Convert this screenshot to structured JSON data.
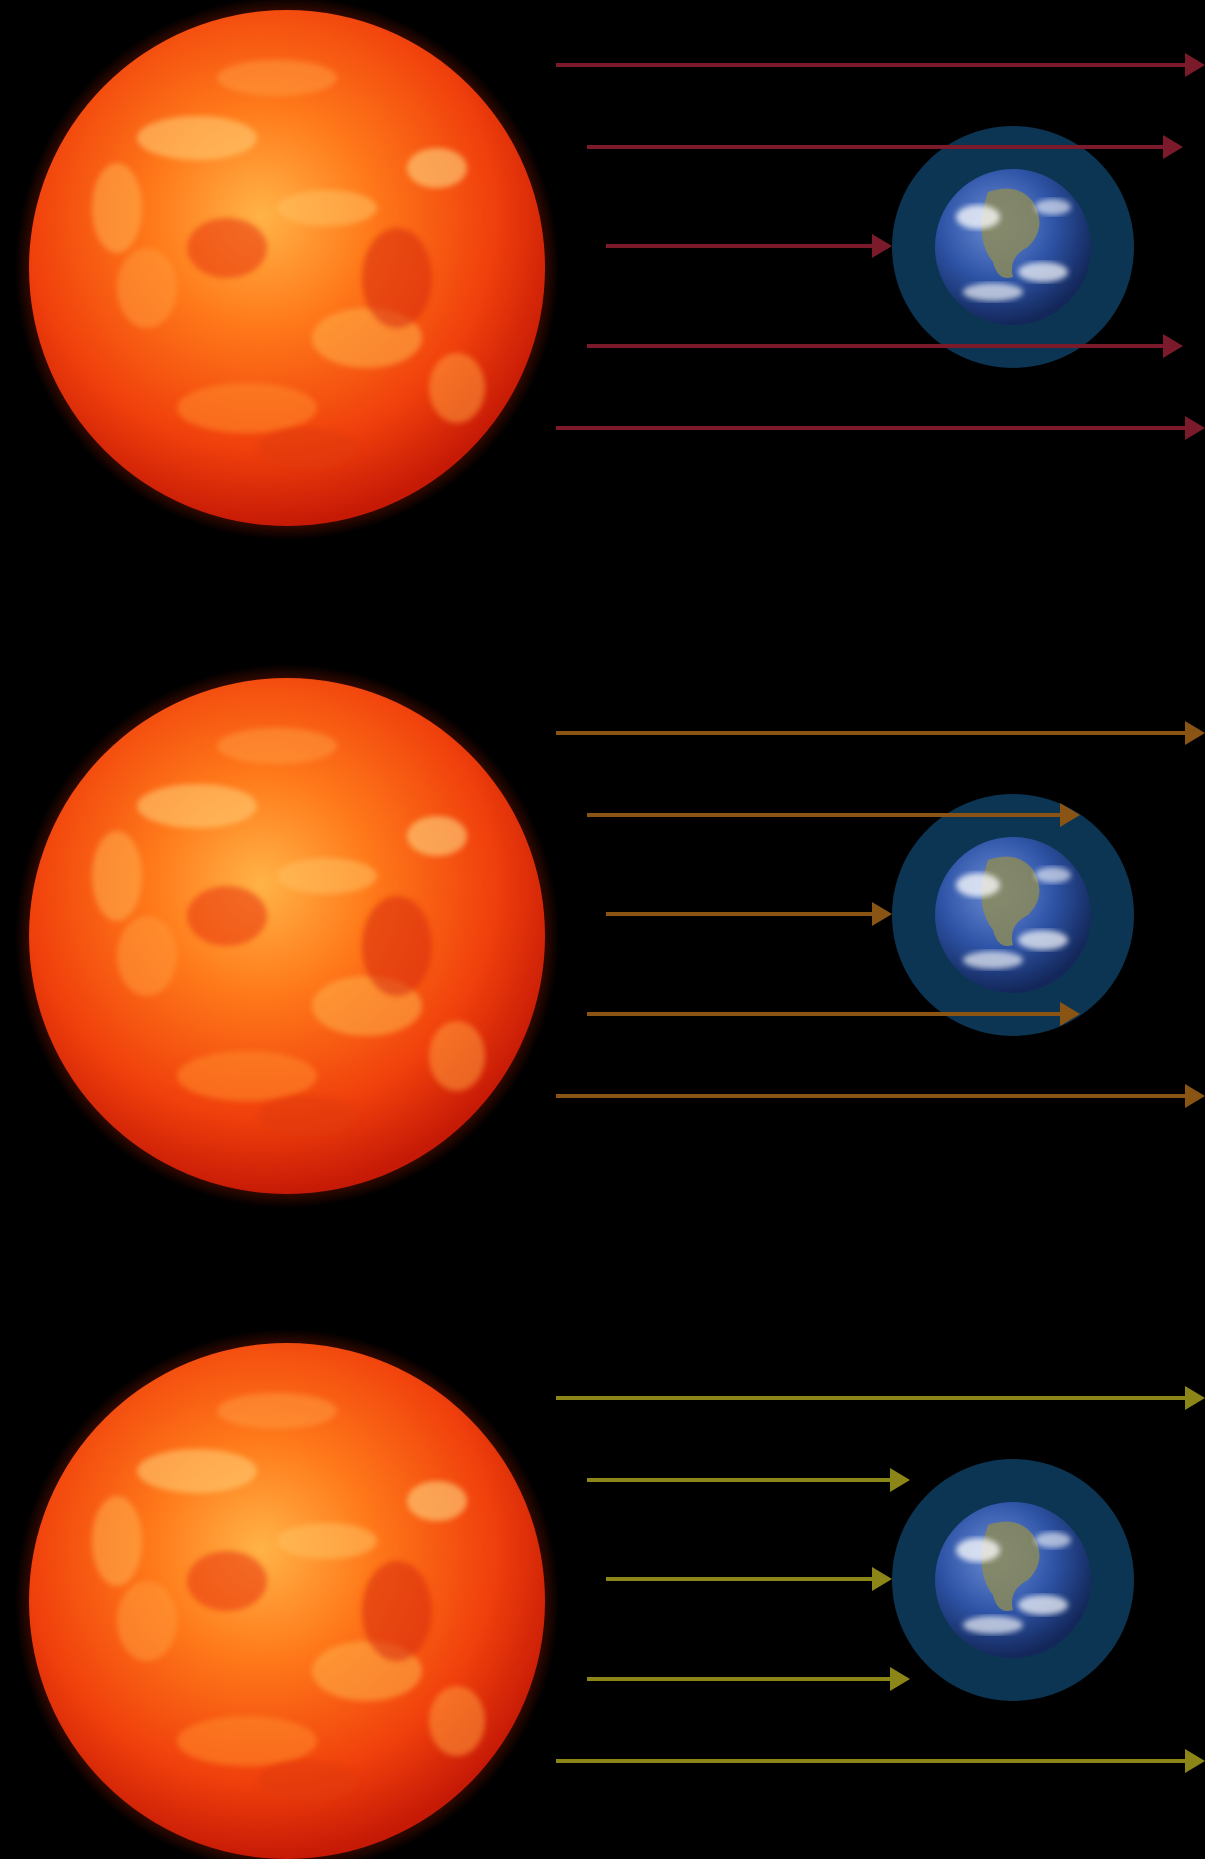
{
  "panels": [
    {
      "arrow_color": "#7a1a2a",
      "arrows": [
        {
          "outcome": "passes"
        },
        {
          "outcome": "passes"
        },
        {
          "outcome": "stops-at-atmosphere"
        },
        {
          "outcome": "passes"
        },
        {
          "outcome": "passes"
        }
      ]
    },
    {
      "arrow_color": "#8a5514",
      "arrows": [
        {
          "outcome": "passes"
        },
        {
          "outcome": "passes-through-atmosphere"
        },
        {
          "outcome": "stops-at-atmosphere"
        },
        {
          "outcome": "passes-through-atmosphere"
        },
        {
          "outcome": "passes"
        }
      ]
    },
    {
      "arrow_color": "#8c8618",
      "arrows": [
        {
          "outcome": "passes"
        },
        {
          "outcome": "stops-at-atmosphere"
        },
        {
          "outcome": "stops-at-atmosphere"
        },
        {
          "outcome": "stops-at-atmosphere"
        },
        {
          "outcome": "passes"
        }
      ]
    }
  ],
  "colors": {
    "background": "#000000",
    "atmosphere": "#0b3553",
    "sun_core": "#ff6a1a",
    "sun_edge": "#e0200a",
    "ocean": "#2b4f9e"
  },
  "icons": [
    "sun-icon",
    "earth-icon",
    "atmosphere-ring",
    "radiation-arrow"
  ]
}
